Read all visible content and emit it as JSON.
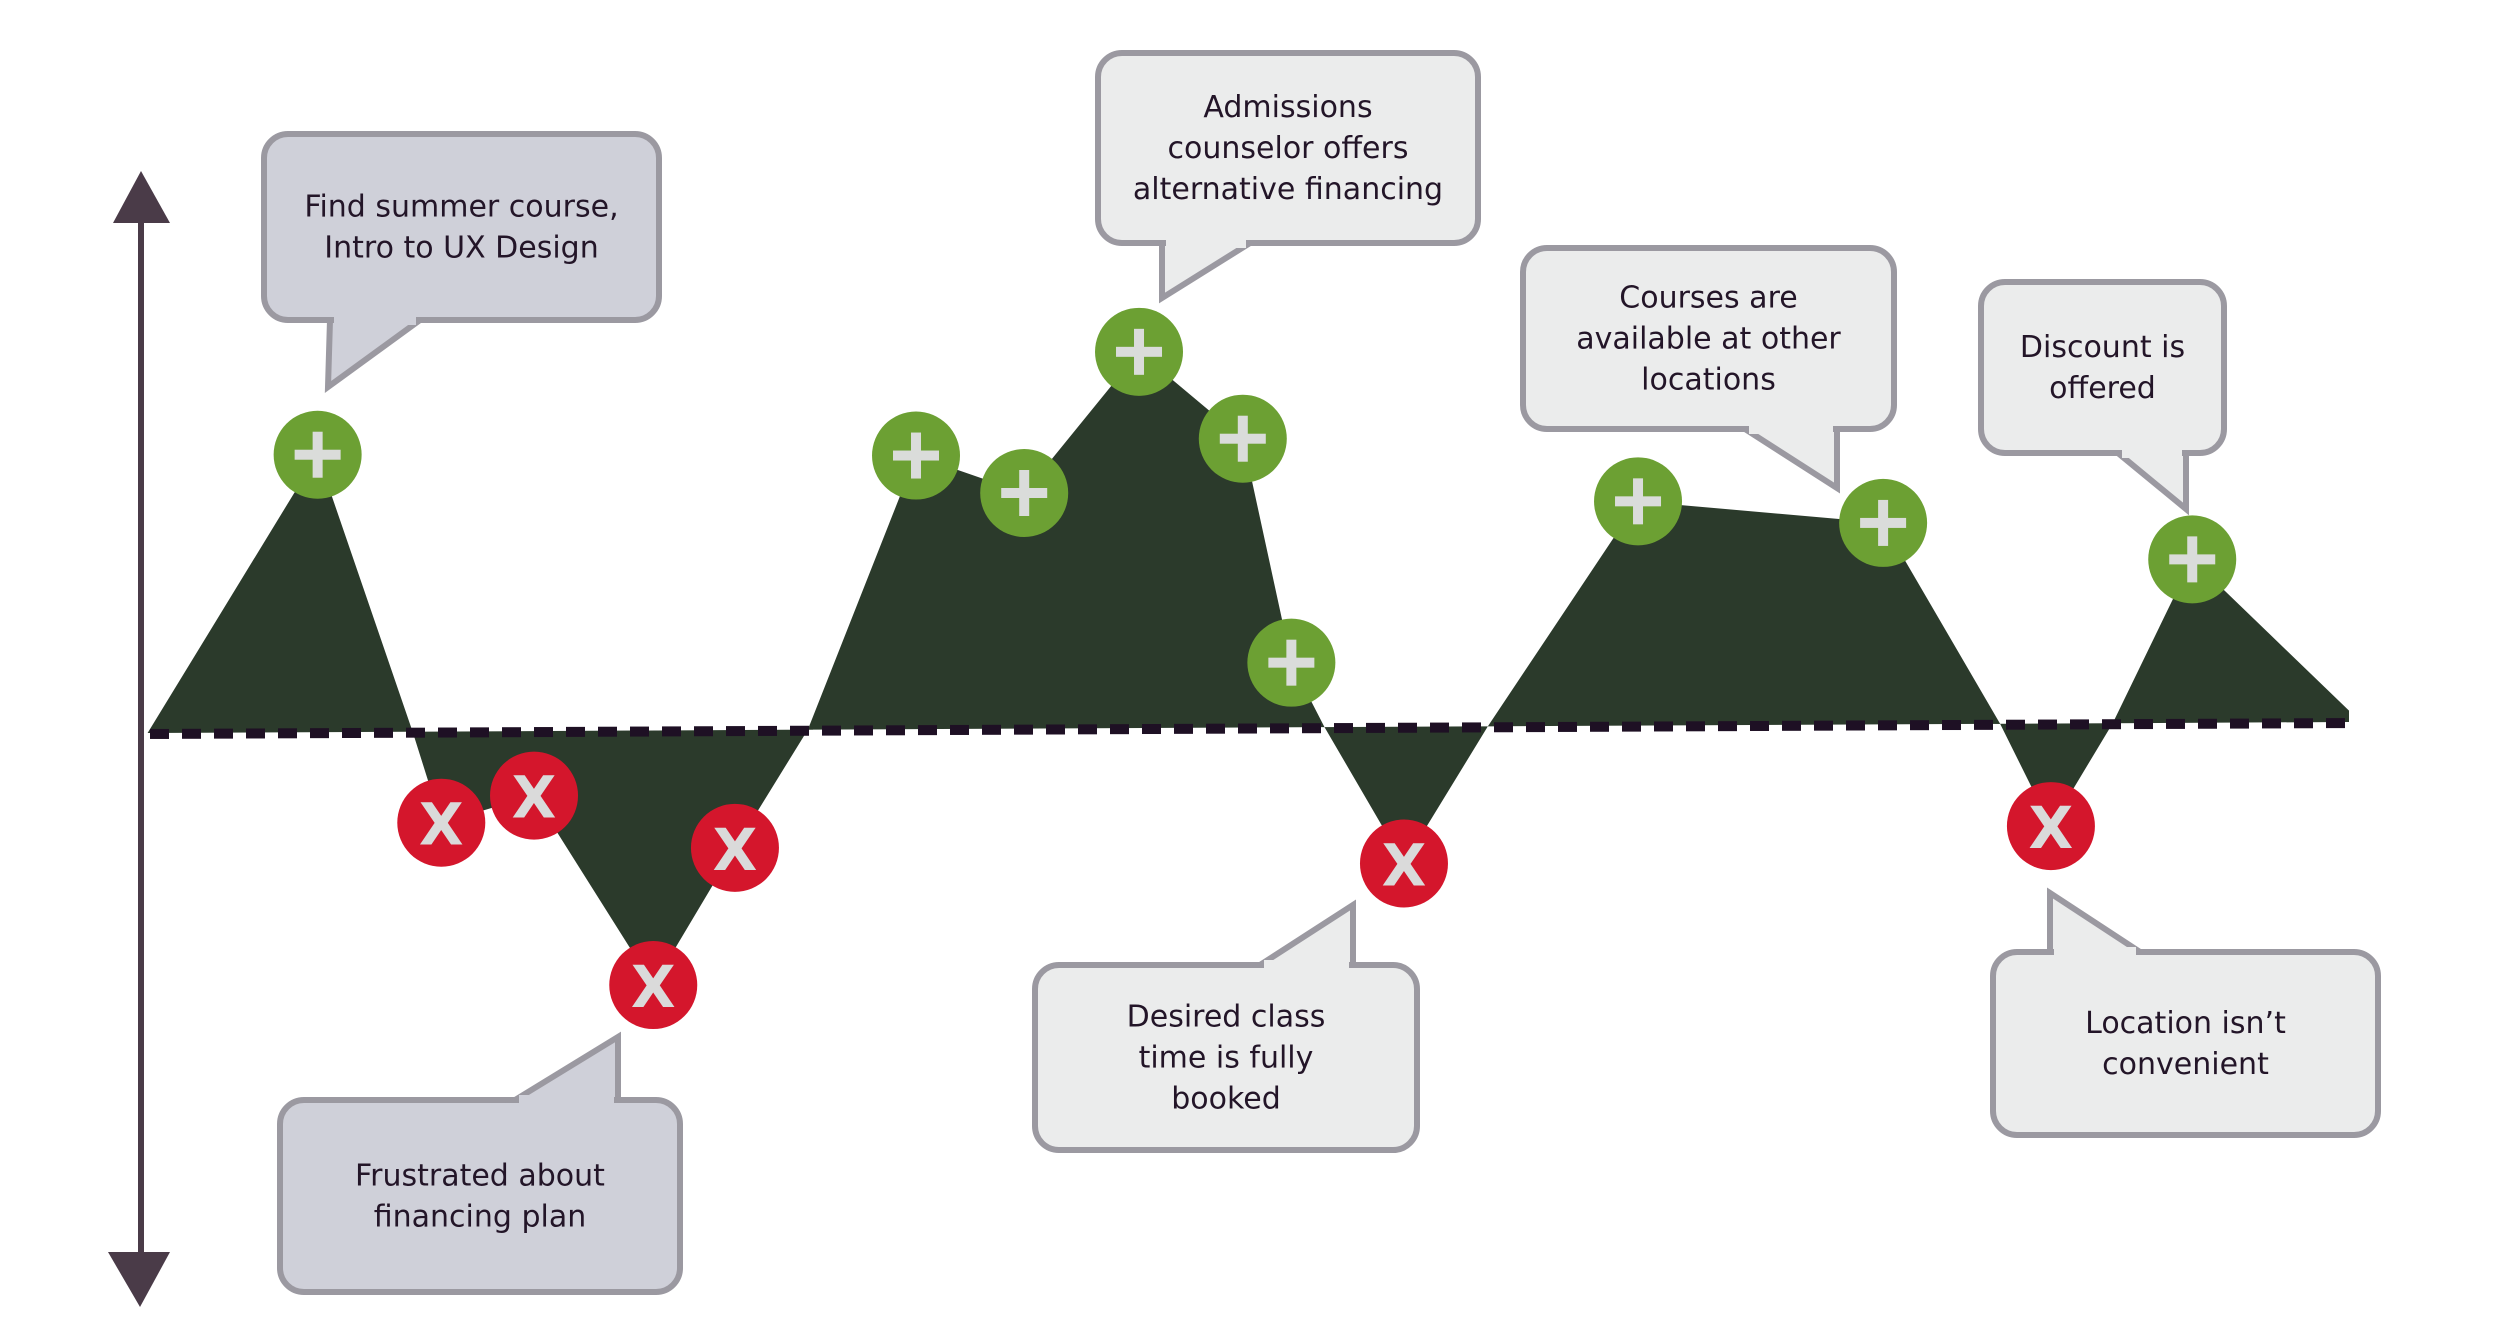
{
  "title": "Customer journey map: signing up for a summer UX course",
  "colors": {
    "axis": "#4a3b48",
    "area_fill": "#2b3a2b",
    "baseline_dash": "#1e1024",
    "positive_marker": "#6ca033",
    "negative_marker": "#d4162c",
    "marker_glyph": "#dadcda",
    "bubble_dark_fill": "#cfd0d9",
    "bubble_light_fill": "#ebecec",
    "bubble_border": "#9b99a1",
    "bubble_text": "#231528"
  },
  "axis": {
    "type": "vertical double-headed arrow",
    "meaning_up": "positive experience",
    "meaning_down": "negative experience"
  },
  "chart_data": {
    "type": "area",
    "description": "Emotional journey curve: dark area above/below a dotted neutral baseline, with positive (+) and negative (X) touchpoints",
    "x_units": "journey progress (%)",
    "y_units": "relative sentiment (-1 to 1, 0 = neutral baseline)",
    "xlim": [
      0,
      100
    ],
    "ylim": [
      -1,
      1
    ],
    "grid": false,
    "baseline": 0,
    "curve": [
      {
        "x": 0.3,
        "y": 0
      },
      {
        "x": 8.0,
        "y": 0.73,
        "marker": "positive",
        "id": "p1"
      },
      {
        "x": 12.3,
        "y": 0
      },
      {
        "x": 13.6,
        "y": -0.24,
        "marker": "negative",
        "id": "n1"
      },
      {
        "x": 17.8,
        "y": -0.17,
        "marker": "negative",
        "id": "n2"
      },
      {
        "x": 23.2,
        "y": -0.67,
        "marker": "negative",
        "id": "n3"
      },
      {
        "x": 26.9,
        "y": -0.31,
        "marker": "negative",
        "id": "n4"
      },
      {
        "x": 30.2,
        "y": 0
      },
      {
        "x": 35.1,
        "y": 0.72,
        "marker": "positive",
        "id": "p2"
      },
      {
        "x": 40.0,
        "y": 0.62,
        "marker": "positive",
        "id": "p3"
      },
      {
        "x": 45.2,
        "y": 0.99,
        "marker": "positive",
        "id": "p4"
      },
      {
        "x": 49.9,
        "y": 0.76,
        "marker": "positive",
        "id": "p5"
      },
      {
        "x": 52.1,
        "y": 0.17,
        "marker": "positive",
        "id": "p6"
      },
      {
        "x": 53.6,
        "y": 0
      },
      {
        "x": 57.2,
        "y": -0.36,
        "marker": "negative",
        "id": "n5"
      },
      {
        "x": 61.0,
        "y": 0
      },
      {
        "x": 67.8,
        "y": 0.59,
        "marker": "positive",
        "id": "p7"
      },
      {
        "x": 78.9,
        "y": 0.53,
        "marker": "positive",
        "id": "p8"
      },
      {
        "x": 84.2,
        "y": 0
      },
      {
        "x": 86.5,
        "y": -0.27,
        "marker": "negative",
        "id": "n6"
      },
      {
        "x": 89.3,
        "y": 0
      },
      {
        "x": 92.9,
        "y": 0.43,
        "marker": "positive",
        "id": "p9"
      },
      {
        "x": 100,
        "y": 0.03
      }
    ],
    "marker_glyphs": {
      "positive": "+",
      "negative": "X"
    },
    "annotations": [
      {
        "id": "a1",
        "points_to": "p1",
        "style": "dark",
        "position": "above",
        "lines": [
          "Find summer course,",
          "Intro to UX Design"
        ]
      },
      {
        "id": "a2",
        "points_to": "n3",
        "style": "dark",
        "position": "below",
        "lines": [
          "Frustrated about",
          "financing plan"
        ]
      },
      {
        "id": "a3",
        "points_to": "p4",
        "style": "light",
        "position": "above",
        "lines": [
          "Admissions",
          "counselor offers",
          "alternative financing"
        ]
      },
      {
        "id": "a4",
        "points_to": "n5",
        "style": "light",
        "position": "below",
        "lines": [
          "Desired class",
          "time is fully",
          "booked"
        ]
      },
      {
        "id": "a5",
        "points_to": "p8",
        "style": "light",
        "position": "above",
        "lines": [
          "Courses are",
          "available at other",
          "locations"
        ]
      },
      {
        "id": "a6",
        "points_to": "p9",
        "style": "light",
        "position": "above",
        "lines": [
          "Discount is",
          "offered"
        ]
      },
      {
        "id": "a7",
        "points_to": "n6",
        "style": "light",
        "position": "below",
        "lines": [
          "Location isn’t",
          "convenient"
        ]
      }
    ]
  }
}
